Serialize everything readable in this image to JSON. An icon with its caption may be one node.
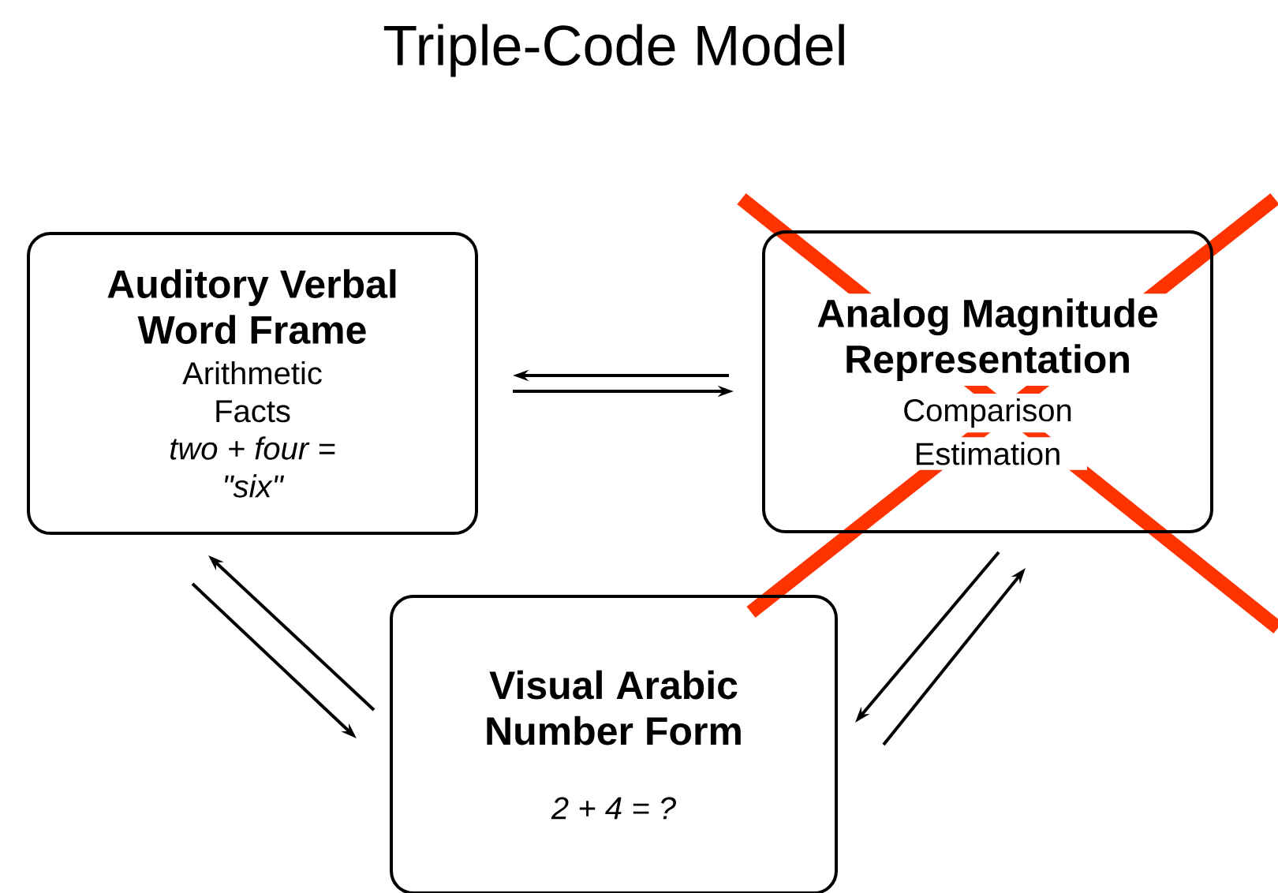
{
  "diagram": {
    "title": "Triple-Code Model",
    "nodes": [
      {
        "text": [
          "Auditory Verbal Word Frame",
          "Arithmetic Facts",
          "two + four = \"six\""
        ]
      },
      {
        "text": [
          "Analog Magnitude Representation",
          "Comparison",
          "Estimation"
        ]
      },
      {
        "text": [
          "Visual Arabic Number Form",
          "2 + 4 = ?"
        ]
      }
    ],
    "edges": [
      {
        "from": 1,
        "to": 0,
        "arrow": "to"
      },
      {
        "from": 0,
        "to": 1,
        "arrow": "to"
      },
      {
        "from": 2,
        "to": 0,
        "arrow": "to"
      },
      {
        "from": 0,
        "to": 2,
        "arrow": "to"
      },
      {
        "from": 1,
        "to": 2,
        "arrow": "to"
      },
      {
        "from": 2,
        "to": 1,
        "arrow": "to"
      }
    ]
  }
}
